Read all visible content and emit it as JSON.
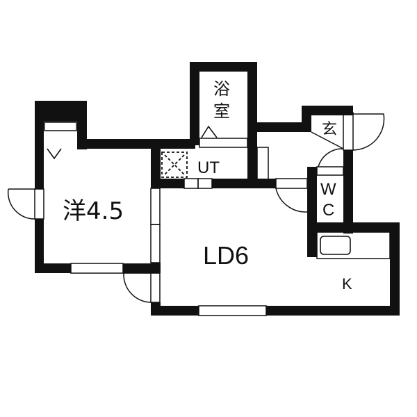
{
  "floorplan": {
    "colors": {
      "wall": "#111111",
      "background": "#ffffff",
      "line": "#111111"
    },
    "rooms": [
      {
        "id": "western-room",
        "label": "洋4.5",
        "type": "Western-style room",
        "size_jo": "4.5"
      },
      {
        "id": "living-dining",
        "label": "LD6",
        "type": "Living / Dining",
        "size_jo": "6"
      },
      {
        "id": "kitchen",
        "label": "K",
        "type": "Kitchen"
      },
      {
        "id": "bathroom",
        "label": "浴室",
        "label_line1": "浴",
        "label_line2": "室",
        "type": "Bathroom"
      },
      {
        "id": "utility",
        "label": "UT",
        "type": "Utility / Washroom"
      },
      {
        "id": "toilet",
        "label": "WC",
        "label_line1": "W",
        "label_line2": "C",
        "type": "Toilet"
      },
      {
        "id": "entrance",
        "label": "玄",
        "type": "Entrance (genkan)"
      }
    ],
    "fixtures": [
      {
        "id": "washing-machine-space",
        "symbol": "dashed-box-with-x"
      },
      {
        "id": "kitchen-sink",
        "symbol": "rounded-rect"
      },
      {
        "id": "bath-step-marker",
        "symbol": "triangle-up"
      },
      {
        "id": "closet-step-marker",
        "symbol": "triangle-down"
      }
    ]
  }
}
